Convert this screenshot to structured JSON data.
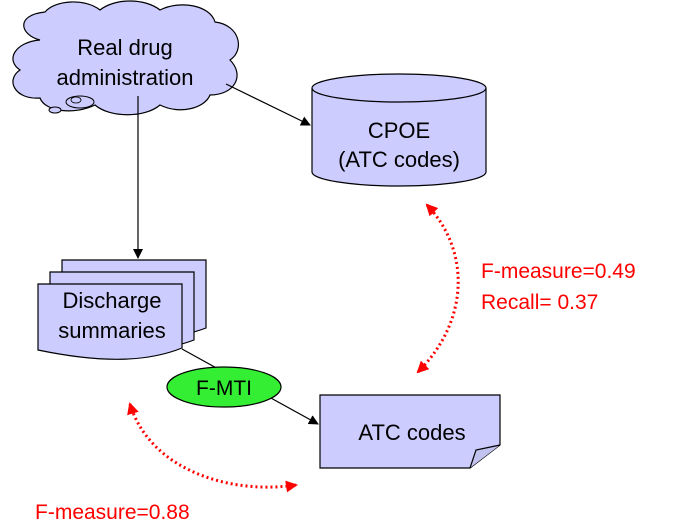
{
  "nodes": {
    "cloud": {
      "line1": "Real drug",
      "line2": "administration"
    },
    "cpoe": {
      "line1": "CPOE",
      "line2": "(ATC codes)"
    },
    "discharge": {
      "line1": "Discharge",
      "line2": "summaries"
    },
    "fmti": {
      "label": "F-MTI"
    },
    "atc": {
      "label": "ATC codes"
    }
  },
  "metrics": {
    "cpoe_vs_atc": {
      "line1": "F-measure=0.49",
      "line2": "Recall= 0.37"
    },
    "discharge_vs_atc": {
      "line1": "F-measure=0.88"
    }
  },
  "colors": {
    "shape_fill": "#ccccff",
    "ellipse_fill": "#33ee33",
    "metric_text": "#ff0000",
    "dotted_arrow": "#ff0000"
  }
}
